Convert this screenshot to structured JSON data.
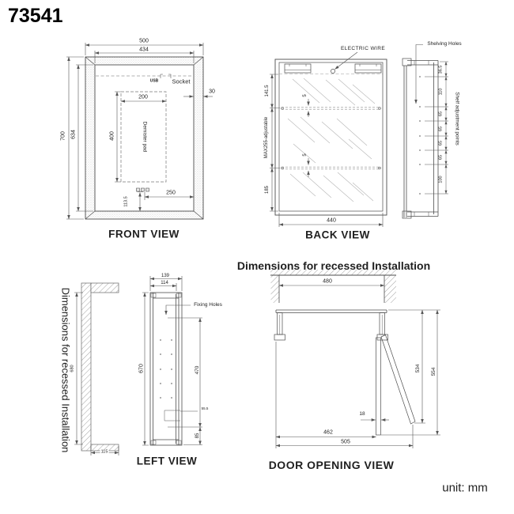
{
  "page": {
    "title": "73541",
    "unit": "unit: mm"
  },
  "front_view": {
    "label": "FRONT VIEW",
    "usb": "USB",
    "socket": "Socket",
    "demister_pad": "Demister pad",
    "dim_outer_width": "500",
    "dim_inner_width": "434",
    "dim_outer_height": "700",
    "dim_inner_height": "634",
    "dim_pad_width": "200",
    "dim_pad_height": "400",
    "dim_frame": "30",
    "dim_buttons_x": "250",
    "dim_buttons_y": "113.5"
  },
  "back_view": {
    "label": "BACK VIEW",
    "electric_wire": "ELECTRIC WIRE",
    "dim_top": "141.5",
    "dim_adjustable": "MAX255-adjustable",
    "dim_bottom": "185",
    "dim_shelf_thickness_upper": "5",
    "dim_shelf_thickness_lower": "5",
    "dim_width": "440"
  },
  "side_profile": {
    "shelving_holes": "Shelving Holes",
    "shelf_adjustment": "Shelf adjustment points",
    "dim_top": "36.5",
    "dim_1": "110",
    "dim_2": "65",
    "dim_3": "65",
    "dim_4": "65",
    "dim_5": "65",
    "dim_6": "100"
  },
  "recess_profile": {
    "note": "Dimensions for recessed Installation",
    "dim_height": "680",
    "dim_depth": "115"
  },
  "left_view": {
    "label": "LEFT VIEW",
    "fixing_holes": "Fixing Holes",
    "dim_outer_depth": "139",
    "dim_inner_depth": "114",
    "dim_height": "670",
    "dim_hole_span": "470",
    "dim_hole_offset": "55.5",
    "dim_bottom": "85"
  },
  "door_view": {
    "title": "Dimensions for recessed Installation",
    "label": "DOOR OPENING VIEW",
    "dim_recess_width": "480",
    "dim_door_thickness": "18",
    "dim_width_inner": "462",
    "dim_width_outer": "505",
    "dim_door_depth": "534",
    "dim_total_depth": "554"
  }
}
